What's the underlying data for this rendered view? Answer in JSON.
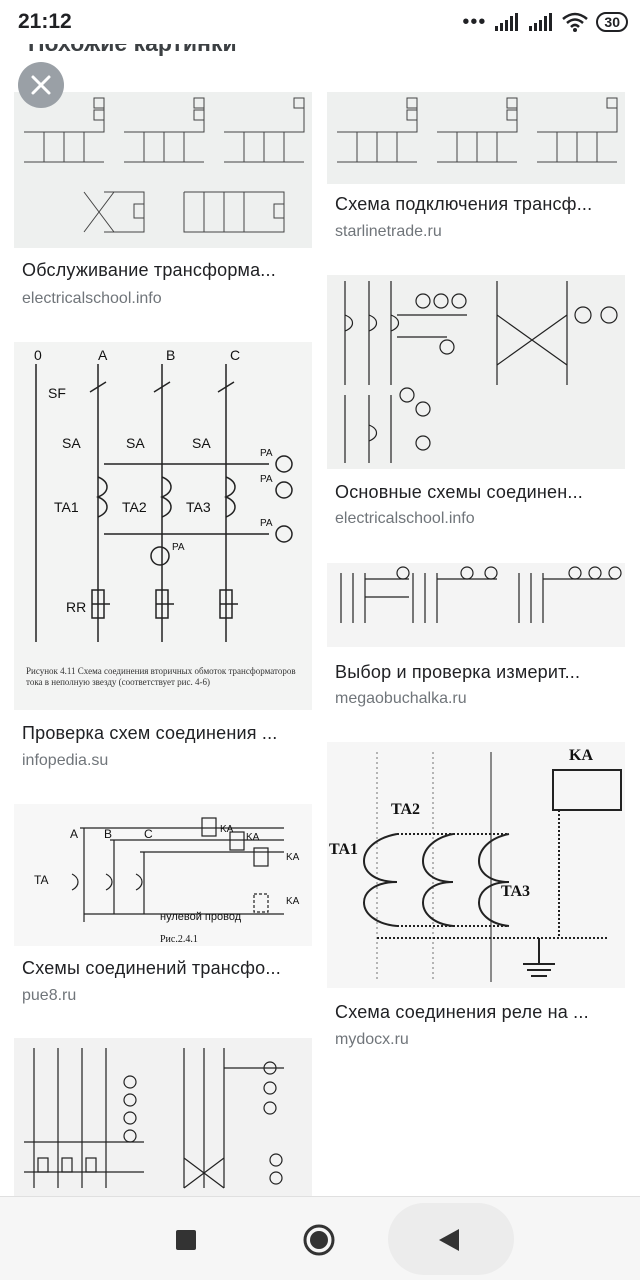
{
  "status": {
    "time": "21:12",
    "battery": "30"
  },
  "section": {
    "title": "Похожие картинки"
  },
  "left_column": [
    {
      "title": "Обслуживание трансформа...",
      "source": "electricalschool.info"
    },
    {
      "title": "Проверка схем соединения ...",
      "source": "infopedia.su",
      "caption": "Рисунок 4.11 Схема соединения вторичных обмоток трансформаторов тока в неполную звезду (соответствует рис. 4-6)"
    },
    {
      "title": "Схемы соединений трансфо...",
      "source": "pue8.ru",
      "caption": "Рис.2.4.1",
      "note": "нулевой провод"
    },
    {
      "title": "",
      "source": ""
    }
  ],
  "right_column": [
    {
      "title": "Схема подключения трансф...",
      "source": "starlinetrade.ru"
    },
    {
      "title": "Основные схемы соединен...",
      "source": "electricalschool.info"
    },
    {
      "title": "Выбор и проверка измерит...",
      "source": "megaobuchalka.ru"
    },
    {
      "title": "Схема соединения реле на ...",
      "source": "mydocx.ru"
    }
  ],
  "diagram_labels": {
    "phases": [
      "0",
      "A",
      "B",
      "C"
    ],
    "sf": "SF",
    "sa": [
      "SA",
      "SA",
      "SA"
    ],
    "ta": [
      "TA1",
      "TA2",
      "TA3"
    ],
    "pa": [
      "PA",
      "PA",
      "PA",
      "PA"
    ],
    "rr": "RR",
    "relay_ka": "KA",
    "relay_ta": [
      "TA1",
      "TA2",
      "TA3"
    ],
    "pue_ta": "TA",
    "pue_ka": [
      "KA",
      "KA",
      "KA",
      "KA"
    ],
    "pue_phases": [
      "A",
      "B",
      "C"
    ]
  },
  "colors": {
    "thumb_bg": "#eef0ef",
    "line": "#333333",
    "source_text": "#70757a"
  },
  "icons": [
    "close-icon",
    "stop-icon",
    "home-icon",
    "back-icon",
    "wifi-icon",
    "signal-icon"
  ]
}
